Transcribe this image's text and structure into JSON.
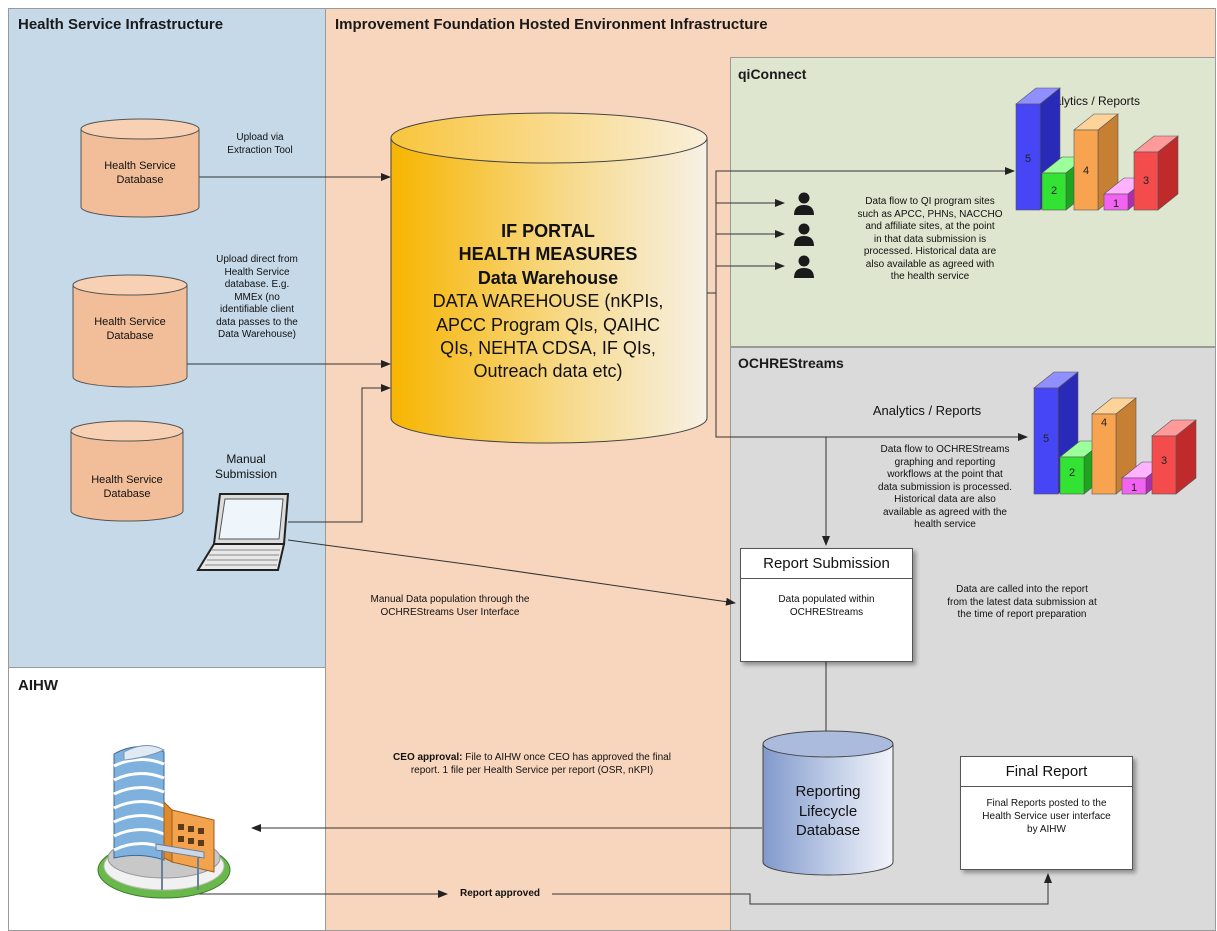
{
  "zones": {
    "health_service": "Health Service Infrastructure",
    "improvement": "Improvement Foundation Hosted Environment Infrastructure",
    "qiconnect": "qiConnect",
    "ochre": "OCHREStreams",
    "aihw": "AIHW"
  },
  "databases": {
    "hs_db_1": [
      "Health Service",
      "Database"
    ],
    "hs_db_2": [
      "Health Service",
      "Database"
    ],
    "hs_db_3": [
      "Health Service",
      "Database"
    ]
  },
  "warehouse": {
    "line1": "IF PORTAL",
    "line2": "HEALTH MEASURES",
    "line3": "Data Warehouse",
    "body": [
      "DATA WAREHOUSE (nKPIs,",
      "APCC Program QIs, QAIHC",
      "QIs, NEHTA CDSA, IF QIs,",
      "Outreach data etc)"
    ]
  },
  "labels": {
    "upload_extraction": [
      "Upload via",
      "Extraction Tool"
    ],
    "upload_direct": [
      "Upload direct from",
      "Health Service",
      "database. E.g.",
      "MMEx (no",
      "identifiable client",
      "data passes to the",
      "Data Warehouse)"
    ],
    "manual_submission": [
      "Manual",
      "Submission"
    ],
    "manual_population": [
      "Manual Data population through the",
      "OCHREStreams User Interface"
    ],
    "qi_flow": [
      "Data flow to QI program sites",
      "such as APCC, PHNs, NACCHO",
      "and affiliate sites, at the point",
      "in that data submission is",
      "processed.  Historical data are",
      "also available as agreed with",
      "the health service"
    ],
    "ochre_flow": [
      "Data flow to OCHREStreams",
      "graphing and reporting",
      "workflows at the point that",
      "data submission is processed.",
      "Historical data are also",
      "available as agreed with the",
      "health service"
    ],
    "data_called": [
      "Data are called into the report",
      "from the latest data submission at",
      "the time of report preparation"
    ],
    "ceo_approval_bold": "CEO approval:",
    "ceo_approval_rest": " File to AIHW once CEO has approved the final",
    "ceo_approval_line2": "report. 1 file per Health Service per report (OSR, nKPI)",
    "report_approved": "Report approved"
  },
  "analytics": {
    "qi_title": "Analytics / Reports",
    "ochre_title": "Analytics / Reports"
  },
  "chart_values": [
    "5",
    "2",
    "4",
    "1",
    "3"
  ],
  "report_submission": {
    "title": "Report Submission",
    "body": [
      "Data populated within",
      "OCHREStreams"
    ]
  },
  "lifecycle_db": [
    "Reporting",
    "Lifecycle",
    "Database"
  ],
  "final_report": {
    "title": "Final Report",
    "body": [
      "Final Reports posted to the",
      "Health Service user interface",
      "by AIHW"
    ]
  },
  "colors": {
    "health_zone": "#c5d9e9",
    "improvement_zone": "#f8d5bd",
    "qiconnect_zone": "#dfe6d0",
    "ochre_zone": "#dadada",
    "db_fill": "#f2be9a",
    "warehouse_gold": "#f7b500",
    "lifecycle_blue": "#8fa6d2"
  }
}
